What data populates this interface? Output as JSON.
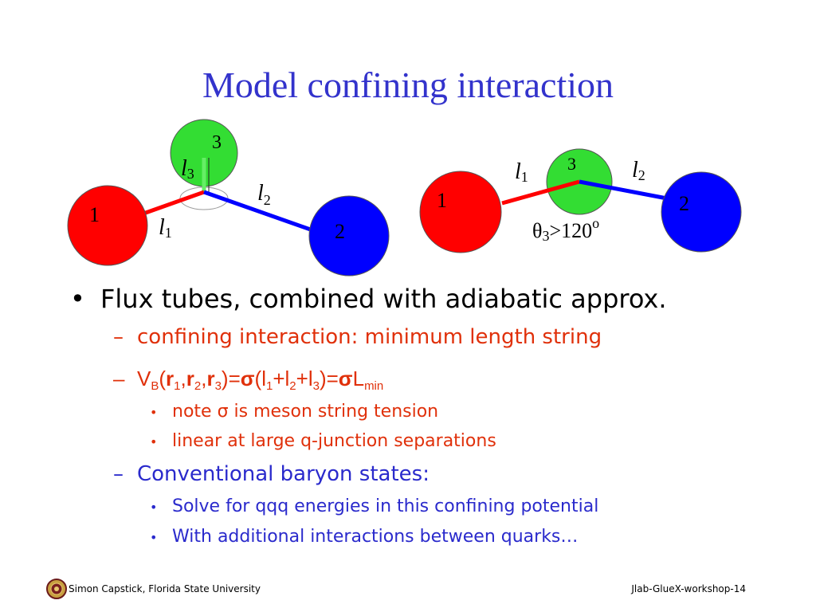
{
  "slide": {
    "title": "Model confining interaction",
    "colors": {
      "title": "#3333cc",
      "red_quark": "#ff0000",
      "green_quark": "#33dd33",
      "blue_quark": "#0000ff",
      "orange_text": "#e0300a",
      "blue_text": "#2a2acc"
    }
  },
  "diagram_left": {
    "quark1": "1",
    "quark2": "2",
    "quark3": "3",
    "l1": {
      "letter": "l",
      "sub": "1"
    },
    "l2": {
      "letter": "l",
      "sub": "2"
    },
    "l3": {
      "letter": "l",
      "sub": "3"
    }
  },
  "diagram_right": {
    "quark1": "1",
    "quark2": "2",
    "quark3": "3",
    "l1": {
      "letter": "l",
      "sub": "1"
    },
    "l2": {
      "letter": "l",
      "sub": "2"
    },
    "angle": {
      "symbol": "θ",
      "sub": "3",
      "text": ">120",
      "sup": "o"
    }
  },
  "bullets": {
    "main": "Flux tubes, combined with adiabatic approx.",
    "sub1": "confining interaction: minimum length string",
    "equation": {
      "v": "V",
      "v_sub": "B",
      "open": "(",
      "r": "r",
      "r1_sub": "1",
      "comma1": ",",
      "r2_sub": "2",
      "comma2": ",",
      "r3_sub": "3",
      "close_eq": ")=",
      "sigma": "σ",
      "open2": "(l",
      "l1_sub": "1",
      "plus1": "+l",
      "l2_sub": "2",
      "plus2": "+l",
      "l3_sub": "3",
      "close2": ")=",
      "L": "L",
      "min_sub": "min"
    },
    "note_prefix": "note ",
    "note_sigma": "σ",
    "note_suffix": " is meson string tension",
    "linear": "linear at large q-junction separations",
    "sub2": "Conventional baryon states:",
    "solve": "Solve for qqq energies in this confining potential",
    "additional": "With additional interactions between quarks…"
  },
  "footer": {
    "left": "Simon Capstick, Florida State University",
    "right": "Jlab-GlueX-workshop-14"
  },
  "symbols": {
    "bullet": "•",
    "dash": "–"
  }
}
